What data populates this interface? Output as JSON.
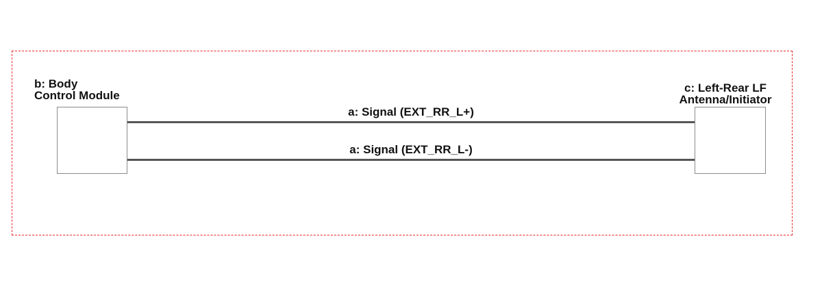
{
  "components": {
    "bcm": {
      "label_line1": "b: Body",
      "label_line2": "Control Module"
    },
    "antenna": {
      "label_line1": "c: Left-Rear LF",
      "label_line2": "Antenna/Initiator"
    }
  },
  "wires": [
    {
      "label": "a: Signal (EXT_RR_L+)"
    },
    {
      "label": "a: Signal (EXT_RR_L-)"
    }
  ],
  "colors": {
    "frame_border": "#e8262a",
    "wire": "#555555",
    "box_border": "#8a8a8a"
  }
}
